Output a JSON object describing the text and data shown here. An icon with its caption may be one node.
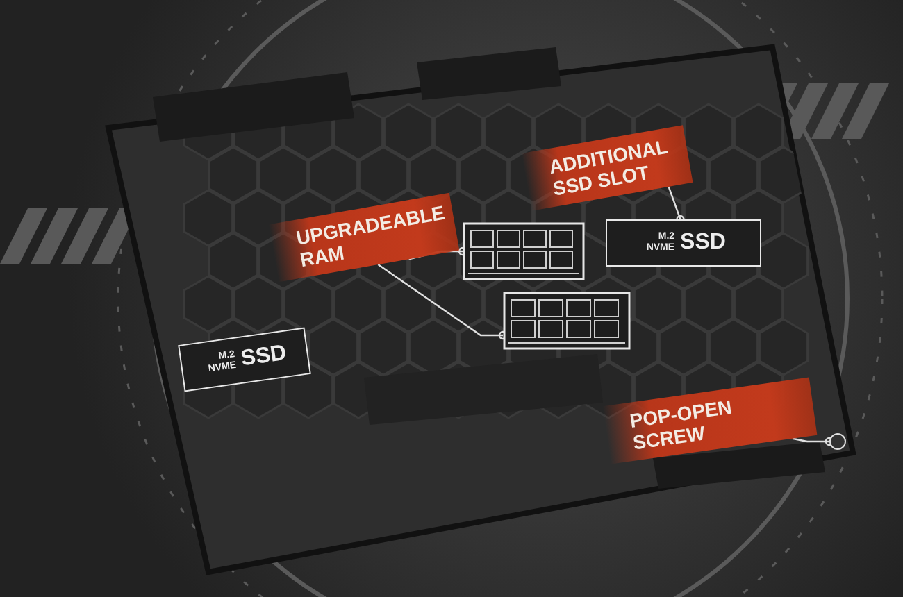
{
  "diagram": {
    "nodes": [
      {
        "text": [
          "UPGRADEABLE RAM"
        ]
      },
      {
        "text": [],
        "shape": "picture"
      },
      {
        "text": [],
        "shape": "picture"
      },
      {
        "text": [
          "ADDITIONAL SSD SLOT"
        ]
      },
      {
        "text": [
          "M.2 NVME",
          "SSD"
        ]
      },
      {
        "text": [
          "M.2 NVME",
          "SSD"
        ]
      },
      {
        "text": [
          "POP-OPEN SCREW"
        ]
      },
      {
        "text": [],
        "shape": "circle"
      }
    ],
    "edges": [
      {
        "from": 0,
        "to": 1,
        "arrow": "other"
      },
      {
        "from": 0,
        "to": 2,
        "arrow": "other"
      },
      {
        "from": 3,
        "to": 4,
        "arrow": "other"
      },
      {
        "from": 6,
        "to": 7,
        "arrow": "other"
      }
    ]
  }
}
